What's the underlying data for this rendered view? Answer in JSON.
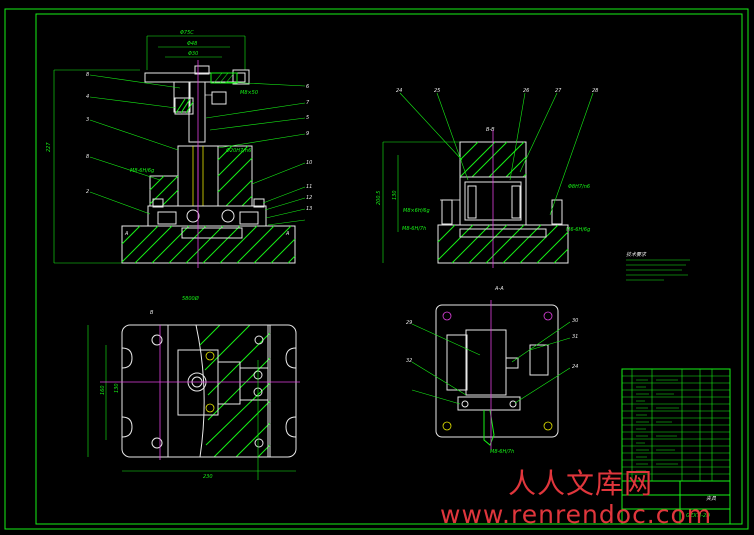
{
  "drawing": {
    "section_label_aa": "A-A",
    "section_label_bb": "B-B",
    "view_label_b": "B",
    "label_a_left": "A",
    "label_a_right": "A",
    "balloons_front": [
      "8",
      "4",
      "3",
      "8",
      "2",
      "6",
      "7",
      "5",
      "9",
      "10",
      "11",
      "12",
      "13"
    ],
    "balloons_side": [
      "24",
      "25",
      "26",
      "27",
      "28"
    ],
    "balloons_top": [
      "29",
      "30",
      "31",
      "32",
      "24"
    ],
    "notes_title": "技术要求"
  },
  "watermark": {
    "cn": "人人文库网",
    "url": "www.renrendoc.com"
  },
  "title_block": {
    "name": "夹具",
    "code": "GZXTJ-2D"
  }
}
